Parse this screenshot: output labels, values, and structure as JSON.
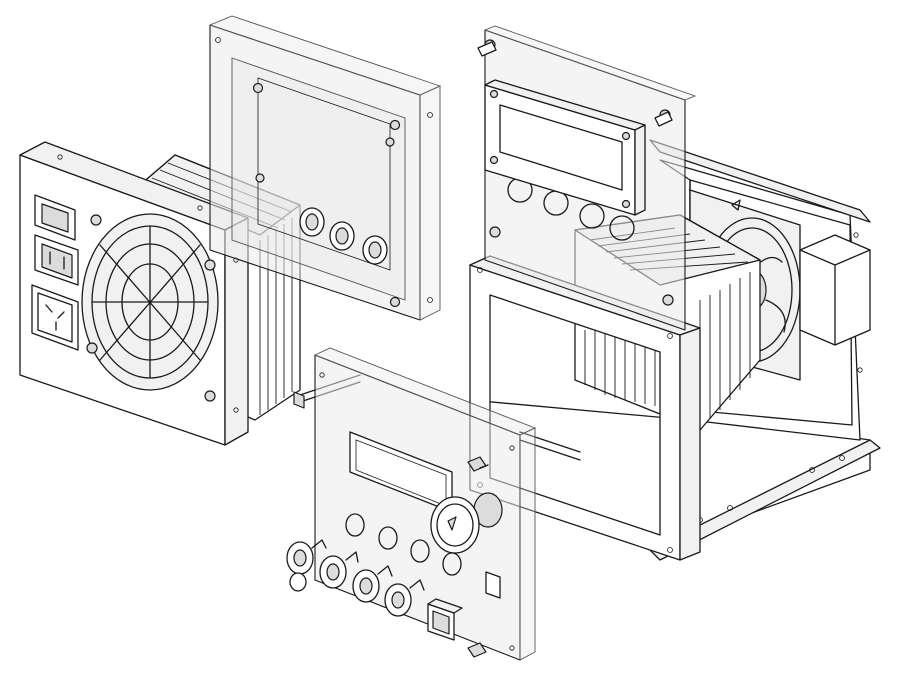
{
  "drawing": {
    "style": "exploded isometric line drawing",
    "stroke_color": "#1a1a1a",
    "background_color": "#ffffff",
    "parts": [
      "psu-module",
      "fan-guard",
      "heatsink",
      "iec-power-inlet",
      "rocker-switch",
      "ac-power-outlet",
      "rear-panel-frame",
      "control-board",
      "lcd-display",
      "front-panel",
      "rotary-knob",
      "banana-jack",
      "push-button",
      "enclosure-chassis",
      "cooling-fan",
      "transformer-box"
    ]
  }
}
